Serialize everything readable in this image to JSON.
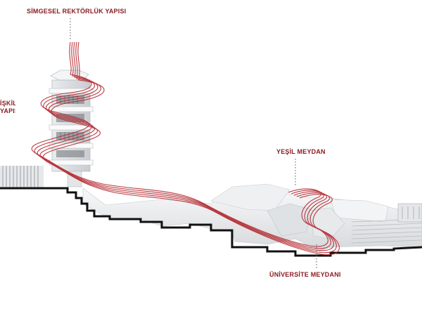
{
  "labels": {
    "tower": "SİMGESEL REKTÖRLÜK YAPISI",
    "left_line1": "İŞKİLİ",
    "left_line2": "YAPISI",
    "green_square": "YEŞİL MEYDAN",
    "university_square": "ÜNİVERSİTE MEYDANI"
  },
  "colors": {
    "accent": "#8b1c22",
    "path": "#b3262e",
    "ground": "#111111",
    "building": "#f2f3f4",
    "building_shade": "#d7dadd"
  }
}
